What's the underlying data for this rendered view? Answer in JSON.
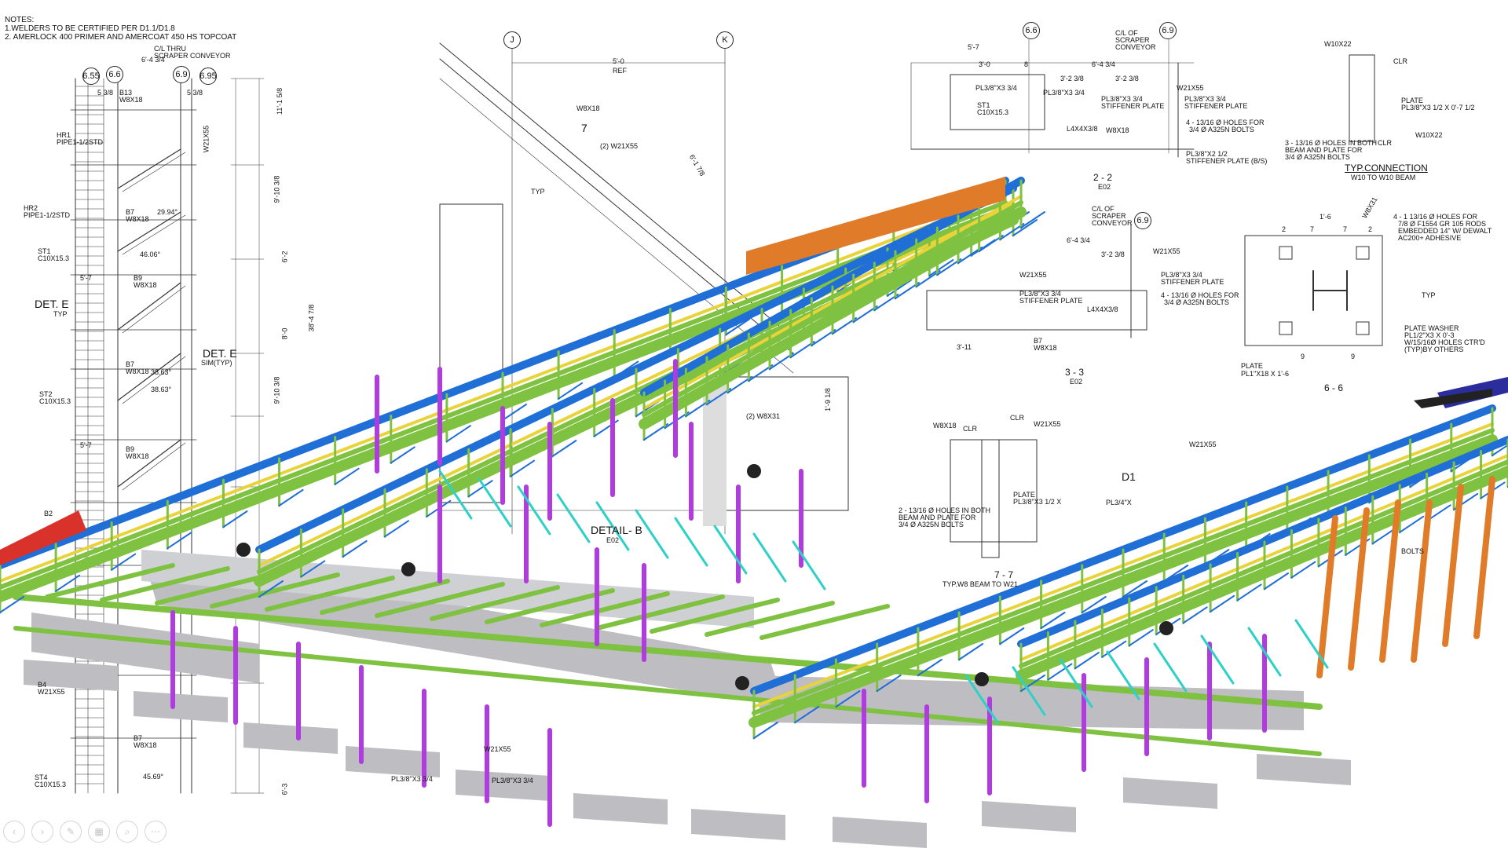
{
  "notes": {
    "heading": "NOTES:",
    "lines": [
      "1.WELDERS TO BE CERTIFIED PER D1.1/D1.8",
      "2. AMERLOCK 400 PRIMER AND AMERCOAT 450 HS TOPCOAT"
    ]
  },
  "grid_bubbles": [
    "6.55",
    "6.6",
    "6.9",
    "6.95",
    "J",
    "K",
    "6.6",
    "6.9",
    "6.9"
  ],
  "left_elevation": {
    "labels": [
      "C/L THRU",
      "SCRAPER CONVEYOR",
      "6'-4 3/4",
      "5 3/8",
      "5 3/8",
      "B13",
      "W8X18",
      "HR1",
      "PIPE1-1/2STD",
      "HR2",
      "PIPE1-1/2STD",
      "ST1",
      "C10X15.3",
      "B7",
      "W8X18",
      "B9",
      "W8X18",
      "DET. E",
      "TYP",
      "DET. E",
      "SIM(TYP)",
      "B7",
      "W8X18",
      "ST2",
      "C10X15.3",
      "B9",
      "W8X18",
      "B4",
      "W21X55",
      "B7",
      "W8X18",
      "ST4",
      "C10X15.3",
      "W21X55",
      "29.94°",
      "46.06°",
      "38.63°",
      "38.63°",
      "45.69°",
      "5'-7",
      "5'-7",
      "6'-2",
      "8'-0",
      "38'-4 7/8",
      "11'-1 5/8",
      "9'-10 3/8",
      "9'-10 3/8",
      "6'-3"
    ]
  },
  "detail_b": {
    "title": "DETAIL- B",
    "ref": "E02",
    "labels": [
      "5'-0",
      "REF",
      "W8X18",
      "(2) W21X55",
      "6'-1 7/8",
      "7",
      "TYP",
      "(2) W8X31",
      "1'-9 1/8"
    ]
  },
  "section_2_2": {
    "title": "2 - 2",
    "ref": "E02",
    "labels": [
      "C/L OF",
      "SCRAPER",
      "CONVEYOR",
      "5'-7",
      "3'-0",
      "8",
      "6'-4 3/4",
      "3'-2 3/8",
      "3'-2 3/8",
      "PL3/8\"X3 3/4",
      "PL3/8\"X3 3/4",
      "PL3/8\"X3 3/4",
      "PL3/8\"X3 3/4",
      "STIFFENER PLATE",
      "STIFFENER PLATE",
      "W21X55",
      "ST1",
      "C10X15.3",
      "L4X4X3/8",
      "W8X18",
      "4 - 13/16 Ø HOLES FOR",
      "3/4 Ø A325N BOLTS",
      "PL3/8\"X2 1/2",
      "STIFFENER PLATE (B/S)"
    ]
  },
  "section_3_3": {
    "title": "3 - 3",
    "ref": "E02",
    "labels": [
      "C/L OF",
      "SCRAPER",
      "CONVEYOR",
      "6'-4 3/4",
      "3'-2 3/8",
      "W21X55",
      "PL3/8\"X3 3/4",
      "STIFFENER PLATE",
      "W21X55",
      "PL3/8\"X3 3/4",
      "STIFFENER PLATE",
      "4 - 13/16 Ø HOLES FOR",
      "3/4 Ø A325N BOLTS",
      "L4X4X3/8",
      "3'-11",
      "B7",
      "W8X18"
    ]
  },
  "typ_connection": {
    "title": "TYP.CONNECTION",
    "subtitle": "W10 TO W10 BEAM",
    "labels": [
      "W10X22",
      "CLR",
      "PLATE",
      "PL3/8\"X3 1/2 X 0'-7 1/2",
      "W10X22",
      "3 - 13/16 Ø HOLES IN BOTH",
      "BEAM AND PLATE FOR",
      "3/4 Ø A325N BOLTS",
      "CLR"
    ]
  },
  "section_6_6": {
    "title": "6 - 6",
    "labels": [
      "1'-6",
      "W8X31",
      "4 - 1 13/16 Ø HOLES FOR",
      "7/8 Ø F1554 GR 105 RODS",
      "EMBEDDED 14\" W/ DEWALT",
      "AC200+ ADHESIVE",
      "TYP",
      "PLATE WASHER",
      "PL1/2\"X3 X 0'-3",
      "W/15/16Ø HOLES CTR'D",
      "(TYP)BY OTHERS",
      "PLATE",
      "PL1\"X18 X 1'-6",
      "2",
      "7",
      "7",
      "2",
      "9",
      "9"
    ]
  },
  "section_7_7": {
    "title": "7 - 7",
    "subtitle": "TYP.W8 BEAM TO W21",
    "labels": [
      "W8X18",
      "CLR",
      "W21X55",
      "CLR",
      "PLATE",
      "PL3/8\"X3 1/2 X",
      "2 - 13/16 Ø HOLES IN BOTH",
      "BEAM AND PLATE FOR",
      "3/4 Ø A325N BOLTS"
    ]
  },
  "model_labels": [
    "B2",
    "W21X55",
    "PL3/8\"X3 3/4",
    "PL3/8\"X3 3/4",
    "W21X55",
    "D1",
    "PL3/4\"X",
    "BOLTS"
  ],
  "palette": {
    "steel_green": "#7fc241",
    "steel_blue": "#1f6fd6",
    "magenta": "#b13be0",
    "orange": "#e07b2a",
    "yellow": "#e8d33a",
    "cyan": "#2fd0c8",
    "red": "#d8322a",
    "concrete": "#bdbdc2",
    "rail": "#2b2d9c"
  },
  "player_controls": [
    {
      "icon": "prev-icon",
      "glyph": "‹"
    },
    {
      "icon": "next-icon",
      "glyph": "›"
    },
    {
      "icon": "pen-icon",
      "glyph": "✎"
    },
    {
      "icon": "slides-icon",
      "glyph": "▦"
    },
    {
      "icon": "zoom-icon",
      "glyph": "⌕"
    },
    {
      "icon": "more-icon",
      "glyph": "⋯"
    }
  ]
}
